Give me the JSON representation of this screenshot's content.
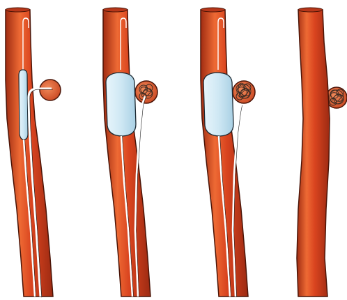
{
  "figure": {
    "panel_count": 4,
    "panels": [
      {
        "id": "panel-1",
        "microcatheter_in_aneurysm": true,
        "balloon": "deflated",
        "coils": false
      },
      {
        "id": "panel-2",
        "microcatheter_in_aneurysm": true,
        "balloon": "inflated",
        "coils": true
      },
      {
        "id": "panel-3",
        "microcatheter_in_aneurysm": true,
        "balloon": "inflated",
        "coils": true
      },
      {
        "id": "panel-4",
        "microcatheter_in_aneurysm": false,
        "balloon": "removed",
        "coils": true
      }
    ],
    "colors": {
      "vessel_fill": "#d9441f",
      "vessel_highlight": "#f0763f",
      "vessel_shadow": "#9c2a12",
      "vessel_outline": "#4a1407",
      "balloon_fill": "#cfe8f4",
      "balloon_outline": "#1d2a33",
      "catheter": "#ffffff",
      "coil": "#3a2a22"
    }
  }
}
